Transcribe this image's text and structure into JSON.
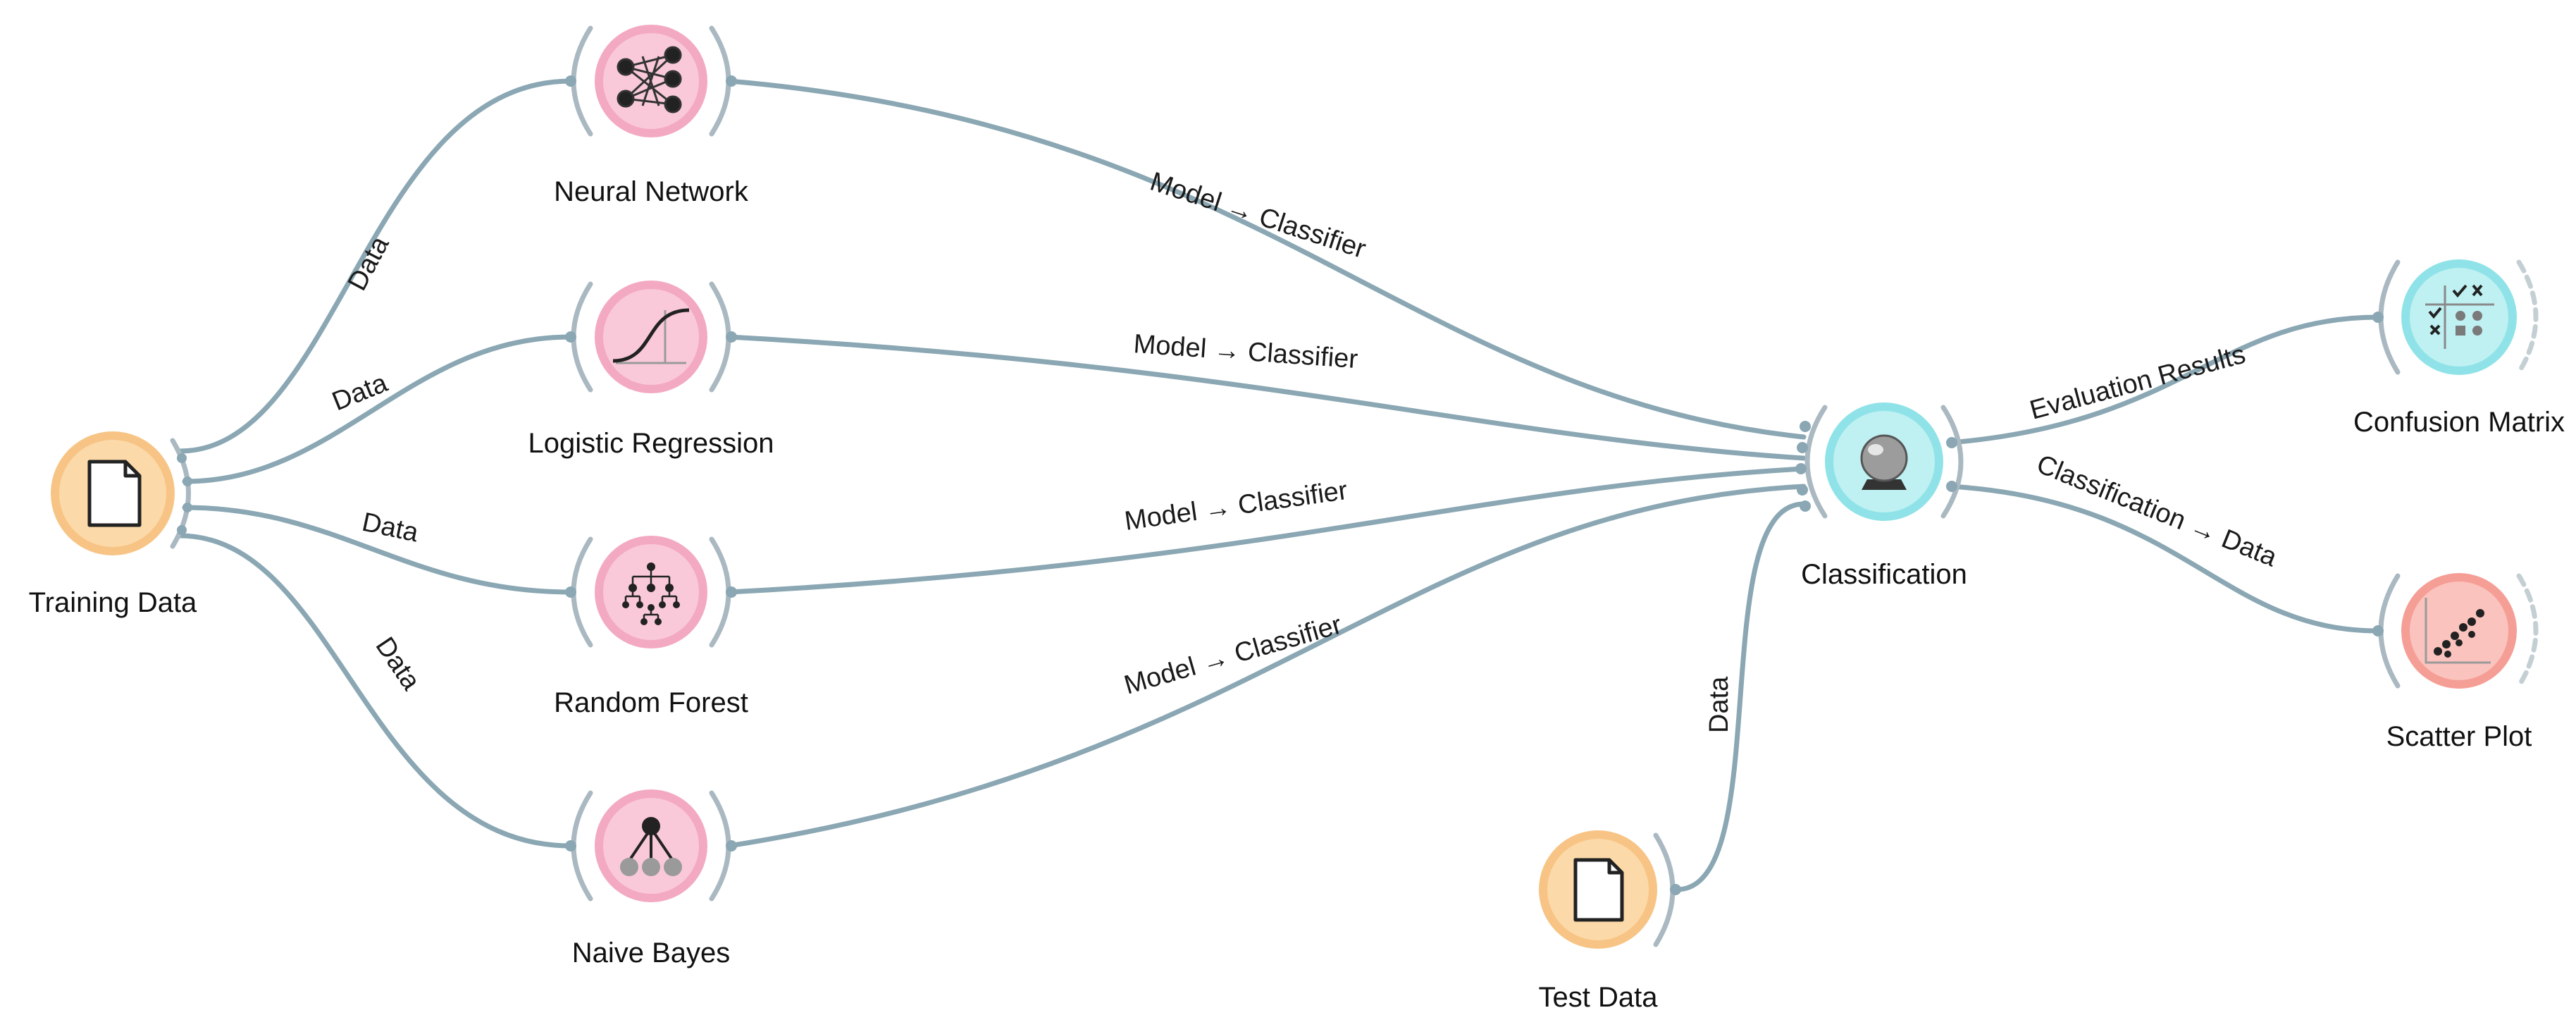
{
  "nodes": {
    "training_data": {
      "label": "Training Data",
      "color": "#fcd9a8",
      "rim": "#f7c485",
      "icon": "file-icon"
    },
    "neural_network": {
      "label": "Neural Network",
      "color": "#f9c9da",
      "rim": "#f3a9c2",
      "icon": "neural-network-icon"
    },
    "logistic_regression": {
      "label": "Logistic Regression",
      "color": "#f9c9da",
      "rim": "#f3a9c2",
      "icon": "sigmoid-curve-icon"
    },
    "random_forest": {
      "label": "Random Forest",
      "color": "#f9c9da",
      "rim": "#f3a9c2",
      "icon": "tree-icon"
    },
    "naive_bayes": {
      "label": "Naive Bayes",
      "color": "#f9c9da",
      "rim": "#f3a9c2",
      "icon": "bayes-network-icon"
    },
    "classification": {
      "label": "Classification",
      "color": "#bff0f2",
      "rim": "#8fe3e8",
      "icon": "crystal-ball-icon"
    },
    "test_data": {
      "label": "Test Data",
      "color": "#fcd9a8",
      "rim": "#f7c485",
      "icon": "file-icon"
    },
    "confusion_matrix": {
      "label": "Confusion Matrix",
      "color": "#bff0f2",
      "rim": "#8fe3e8",
      "icon": "confusion-matrix-icon"
    },
    "scatter_plot": {
      "label": "Scatter Plot",
      "color": "#fbc3bd",
      "rim": "#f59e95",
      "icon": "scatter-plot-icon"
    }
  },
  "links": {
    "train_to_nn": "Data",
    "train_to_lr": "Data",
    "train_to_rf": "Data",
    "train_to_nb": "Data",
    "nn_to_class": {
      "from": "Model",
      "arrow": "→",
      "to": "Classifier"
    },
    "lr_to_class": {
      "from": "Model",
      "arrow": "→",
      "to": "Classifier"
    },
    "rf_to_class": {
      "from": "Model",
      "arrow": "→",
      "to": "Classifier"
    },
    "nb_to_class": {
      "from": "Model",
      "arrow": "→",
      "to": "Classifier"
    },
    "test_to_class": "Data",
    "class_to_cm": "Evaluation Results",
    "class_to_sp": {
      "from": "Classification",
      "arrow": "→",
      "to": "Data"
    }
  },
  "colors": {
    "link": "#8aa7b3",
    "widget_arc": "#aab9c1"
  }
}
